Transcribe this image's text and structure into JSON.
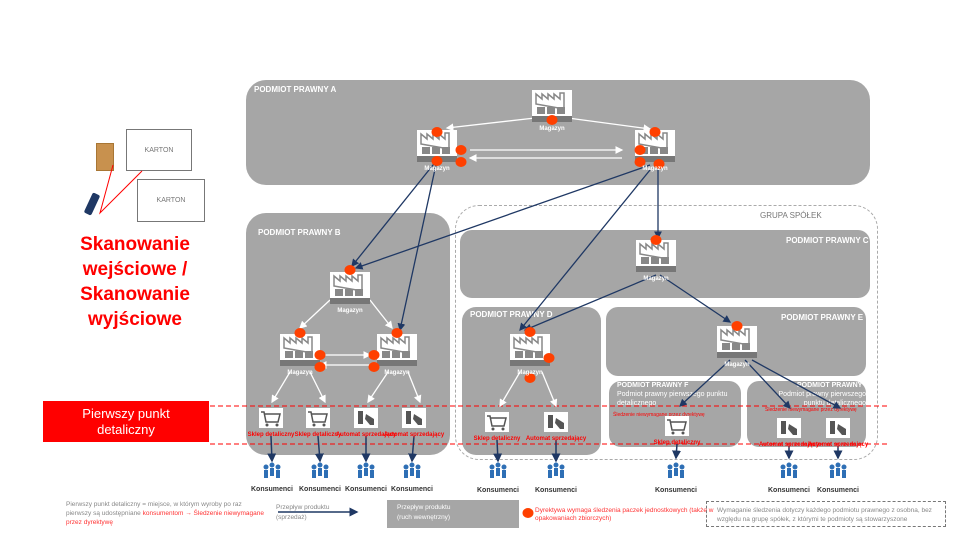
{
  "colors": {
    "panel": "#a6a6a6",
    "accent_red": "#ff0000",
    "dot": "#ff4000",
    "flow": "#1f3864"
  },
  "scan": {
    "karton1": "KARTON",
    "karton2": "KARTON",
    "title": "Skanowanie wejściowe / Skanowanie wyjściowe"
  },
  "first_retail_label": "Pierwszy punkt detaliczny",
  "group_label": "GRUPA SPÓŁEK",
  "entities": {
    "a": "PODMIOT PRAWNY A",
    "b": "PODMIOT PRAWNY B",
    "c": "PODMIOT PRAWNY C",
    "d": "PODMIOT PRAWNY D",
    "e": "PODMIOT PRAWNY E",
    "f": "PODMIOT PRAWNY F",
    "g": "PODMIOT PRAWNY G",
    "f_sub": "Podmiot prawny pierwszego punktu detalicznego",
    "g_sub": "Podmiot prawny pierwszego punktu detalicznego",
    "not_required": "Śledzenie niewymagane przez dyrektywę"
  },
  "warehouse_label": "Magazyn",
  "shops": [
    "Sklep detaliczny",
    "Sklep detaliczny",
    "Automat sprzedający",
    "Automat sprzedający",
    "Sklep detaliczny",
    "Automat sprzedający",
    "Sklep detaliczny",
    "Automat sprzedający",
    "Automat sprzedający"
  ],
  "consumers_label": "Konsumenci",
  "legend": {
    "def_gray": "Pierwszy punkt detaliczny = miejsce, w którym wyroby po raz pierwszy są udostępniane ",
    "def_red": "konsumentom → Śledzenie niewymagane przez dyrektywę",
    "sale_flow": "Przepływ produktu (sprzedaż)",
    "internal_flow": "Przepływ produktu (ruch wewnętrzny)",
    "dot": "Dyrektywa wymaga śledzenia paczek jednostkowych (także w opakowaniach zbiorczych)",
    "note": "Wymaganie śledzenia dotyczy każdego podmiotu prawnego z osobna, bez względu na grupę spółek, z którymi te podmioty są stowarzyszone"
  }
}
